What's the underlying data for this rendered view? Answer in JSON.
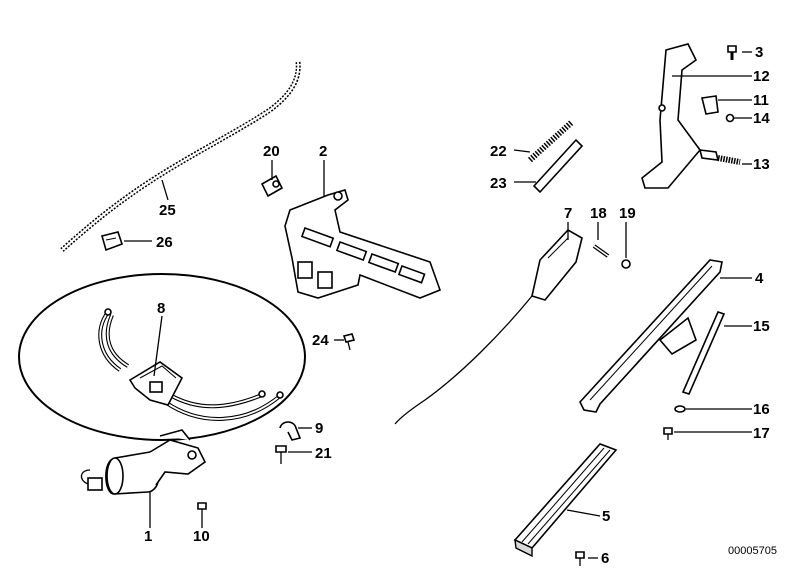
{
  "callouts": [
    {
      "id": "p1",
      "text": "1"
    },
    {
      "id": "p2",
      "text": "2"
    },
    {
      "id": "p3",
      "text": "3"
    },
    {
      "id": "p4",
      "text": "4"
    },
    {
      "id": "p5",
      "text": "5"
    },
    {
      "id": "p6",
      "text": "6"
    },
    {
      "id": "p7",
      "text": "7"
    },
    {
      "id": "p8",
      "text": "8"
    },
    {
      "id": "p9",
      "text": "9"
    },
    {
      "id": "p10",
      "text": "10"
    },
    {
      "id": "p11",
      "text": "11"
    },
    {
      "id": "p12",
      "text": "12"
    },
    {
      "id": "p13",
      "text": "13"
    },
    {
      "id": "p14",
      "text": "14"
    },
    {
      "id": "p15",
      "text": "15"
    },
    {
      "id": "p16",
      "text": "16"
    },
    {
      "id": "p17",
      "text": "17"
    },
    {
      "id": "p18",
      "text": "18"
    },
    {
      "id": "p19",
      "text": "19"
    },
    {
      "id": "p20",
      "text": "20"
    },
    {
      "id": "p21",
      "text": "21"
    },
    {
      "id": "p22",
      "text": "22"
    },
    {
      "id": "p23",
      "text": "23"
    },
    {
      "id": "p24",
      "text": "24"
    },
    {
      "id": "p25",
      "text": "25"
    },
    {
      "id": "p26",
      "text": "26"
    }
  ],
  "catalog_number": "00005705"
}
